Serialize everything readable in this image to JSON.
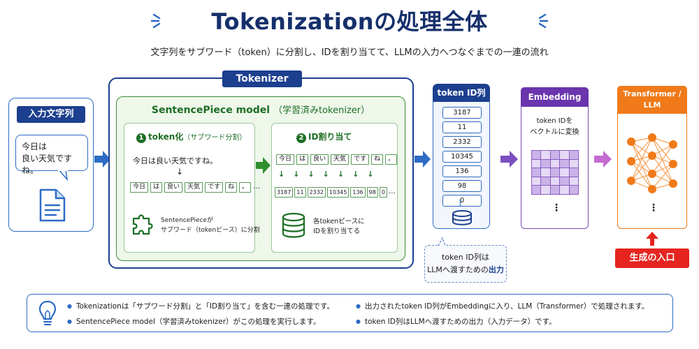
{
  "title": "Tokenizationの処理全体",
  "subtitle": "文字列をサブワード（token）に分割し、IDを割り当てて、LLMの入力へつなぐまでの一連の流れ",
  "input": {
    "label": "入力文字列",
    "bubble_line1": "今日は",
    "bubble_line2": "良い天気ですね。"
  },
  "tokenizer": {
    "label": "Tokenizer",
    "model_title": "SentencePiece model",
    "model_title_note": "（学習済みtokenizer）",
    "step1": {
      "num": "1",
      "title": "token化",
      "title_note": "（サブワード分割）",
      "sentence": "今日は良い天気ですね。",
      "arrow": "↓",
      "tokens": [
        "今日",
        "は",
        "良い",
        "天気",
        "です",
        "ね",
        "。"
      ],
      "ellipsis": "…",
      "desc_line1": "SentencePieceが",
      "desc_line2": "サブワード（tokenピース）に分割"
    },
    "step2": {
      "num": "2",
      "title": "ID割り当て",
      "tokens": [
        "今日",
        "は",
        "良い",
        "天気",
        "です",
        "ね",
        "。"
      ],
      "ids": [
        "3187",
        "11",
        "2332",
        "10345",
        "136",
        "98",
        "0"
      ],
      "ellipsis": "…",
      "down_arrow": "↓",
      "desc_line1": "各tokenピースに",
      "desc_line2": "IDを割り当てる"
    }
  },
  "token_ids": {
    "label": "token ID列",
    "items": [
      "3187",
      "11",
      "2332",
      "10345",
      "136",
      "98",
      "0"
    ],
    "more": "⋮",
    "note_line1": "token ID列は",
    "note_line2_a": "LLMへ渡すための",
    "note_line2_b": "出力"
  },
  "embedding": {
    "label": "Embedding",
    "desc_line1": "token IDを",
    "desc_line2": "ベクトルに変換",
    "more": "⋮"
  },
  "transformer": {
    "label_line1": "Transformer /",
    "label_line2": "LLM",
    "more": "⋮",
    "entry": "生成の入口"
  },
  "bullets": [
    "Tokenizationは「サブワード分割」と「ID割り当て」を含む一連の処理です。",
    "SentencePiece model（学習済みtokenizer）がこの処理を実行します。",
    "出力されたtoken ID列がEmbeddingに入り、LLM（Transformer）で処理されます。",
    "token ID列はLLMへ渡すための出力（入力データ）です。"
  ],
  "colors": {
    "navy": "#1c3f8f",
    "blue": "#2d6bc4",
    "green": "#1d6e24",
    "purple": "#6a35ad",
    "orange": "#f07a1a",
    "red": "#e5241f"
  }
}
